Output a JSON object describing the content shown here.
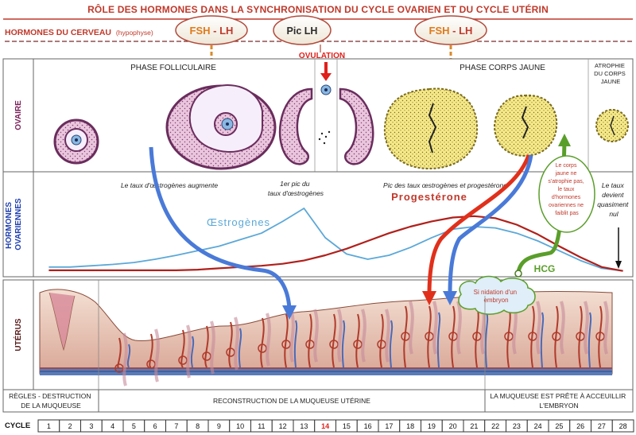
{
  "title": "RÔLE DES HORMONES DANS LA SYNCHRONISATION DU CYCLE OVARIEN ET DU CYCLE UTÉRIN",
  "brain": {
    "label": "HORMONES DU CERVEAU",
    "label_suffix": "(hypophyse)",
    "bubble_left": {
      "a": "FSH",
      "sep": " - ",
      "b": "LH"
    },
    "bubble_mid": "Pic LH",
    "bubble_right": {
      "a": "FSH",
      "sep": " - ",
      "b": "LH"
    }
  },
  "ovary": {
    "row_label": "OVAIRE",
    "phase_follicular": "PHASE FOLLICULAIRE",
    "ovulation": "OVULATION",
    "phase_corpus": "PHASE CORPS JAUNE",
    "atrophy": [
      "ATROPHIE",
      "DU CORPS",
      "JAUNE"
    ]
  },
  "hormones": {
    "row_label": [
      "HORMONES",
      "OVARIENNES"
    ],
    "note_rise": "Le taux d'œstrogènes augmente",
    "note_peak1": [
      "1er pic du",
      "taux d'œstrogènes"
    ],
    "note_peak2": "Pic des taux œstrogènes et progestérone",
    "progesterone": "Progestérone",
    "estrogen": "Œstrogènes",
    "note_null": [
      "Le taux",
      "devient",
      "quasiment",
      "nul"
    ],
    "callout": [
      "Le corps",
      "jaune ne",
      "s'atrophie pas,",
      "le taux",
      "d'hormones",
      "ovariennes ne",
      "faiblit pas"
    ],
    "hcg": "HCG",
    "nidation": [
      "Si nidation d'un",
      "embryon"
    ]
  },
  "uterus": {
    "row_label": "UTÉRUS",
    "phase_regles": [
      "RÈGLES - DESTRUCTION",
      "DE LA MUQUEUSE"
    ],
    "phase_recon": "RECONSTRUCTION DE LA MUQUEUSE UTÉRINE",
    "phase_ready": [
      "LA MUQUEUSE EST PRÊTE À ACCEUILLIR",
      "L'EMBRYON"
    ]
  },
  "cycle": {
    "label": "CYCLE",
    "days": [
      "1",
      "2",
      "3",
      "4",
      "5",
      "6",
      "7",
      "8",
      "9",
      "10",
      "11",
      "12",
      "13",
      "14",
      "15",
      "16",
      "17",
      "18",
      "19",
      "20",
      "21",
      "22",
      "23",
      "24",
      "25",
      "26",
      "27",
      "28"
    ],
    "highlight_day": "14"
  },
  "chart_data": {
    "type": "line",
    "x_label": "CYCLE",
    "x": [
      1,
      2,
      3,
      4,
      5,
      6,
      7,
      8,
      9,
      10,
      11,
      12,
      13,
      14,
      15,
      16,
      17,
      18,
      19,
      20,
      21,
      22,
      23,
      24,
      25,
      26,
      27,
      28
    ],
    "series": [
      {
        "name": "Œstrogènes",
        "values": [
          0.1,
          0.1,
          0.12,
          0.14,
          0.17,
          0.22,
          0.28,
          0.35,
          0.42,
          0.52,
          0.62,
          0.8,
          1.0,
          0.55,
          0.3,
          0.22,
          0.28,
          0.4,
          0.55,
          0.68,
          0.72,
          0.7,
          0.62,
          0.5,
          0.35,
          0.2,
          0.08,
          0.04
        ]
      },
      {
        "name": "Progestérone",
        "values": [
          0.05,
          0.05,
          0.05,
          0.05,
          0.05,
          0.05,
          0.05,
          0.06,
          0.08,
          0.1,
          0.12,
          0.15,
          0.2,
          0.28,
          0.38,
          0.5,
          0.62,
          0.72,
          0.8,
          0.86,
          0.88,
          0.85,
          0.75,
          0.6,
          0.42,
          0.25,
          0.1,
          0.04
        ]
      }
    ]
  }
}
